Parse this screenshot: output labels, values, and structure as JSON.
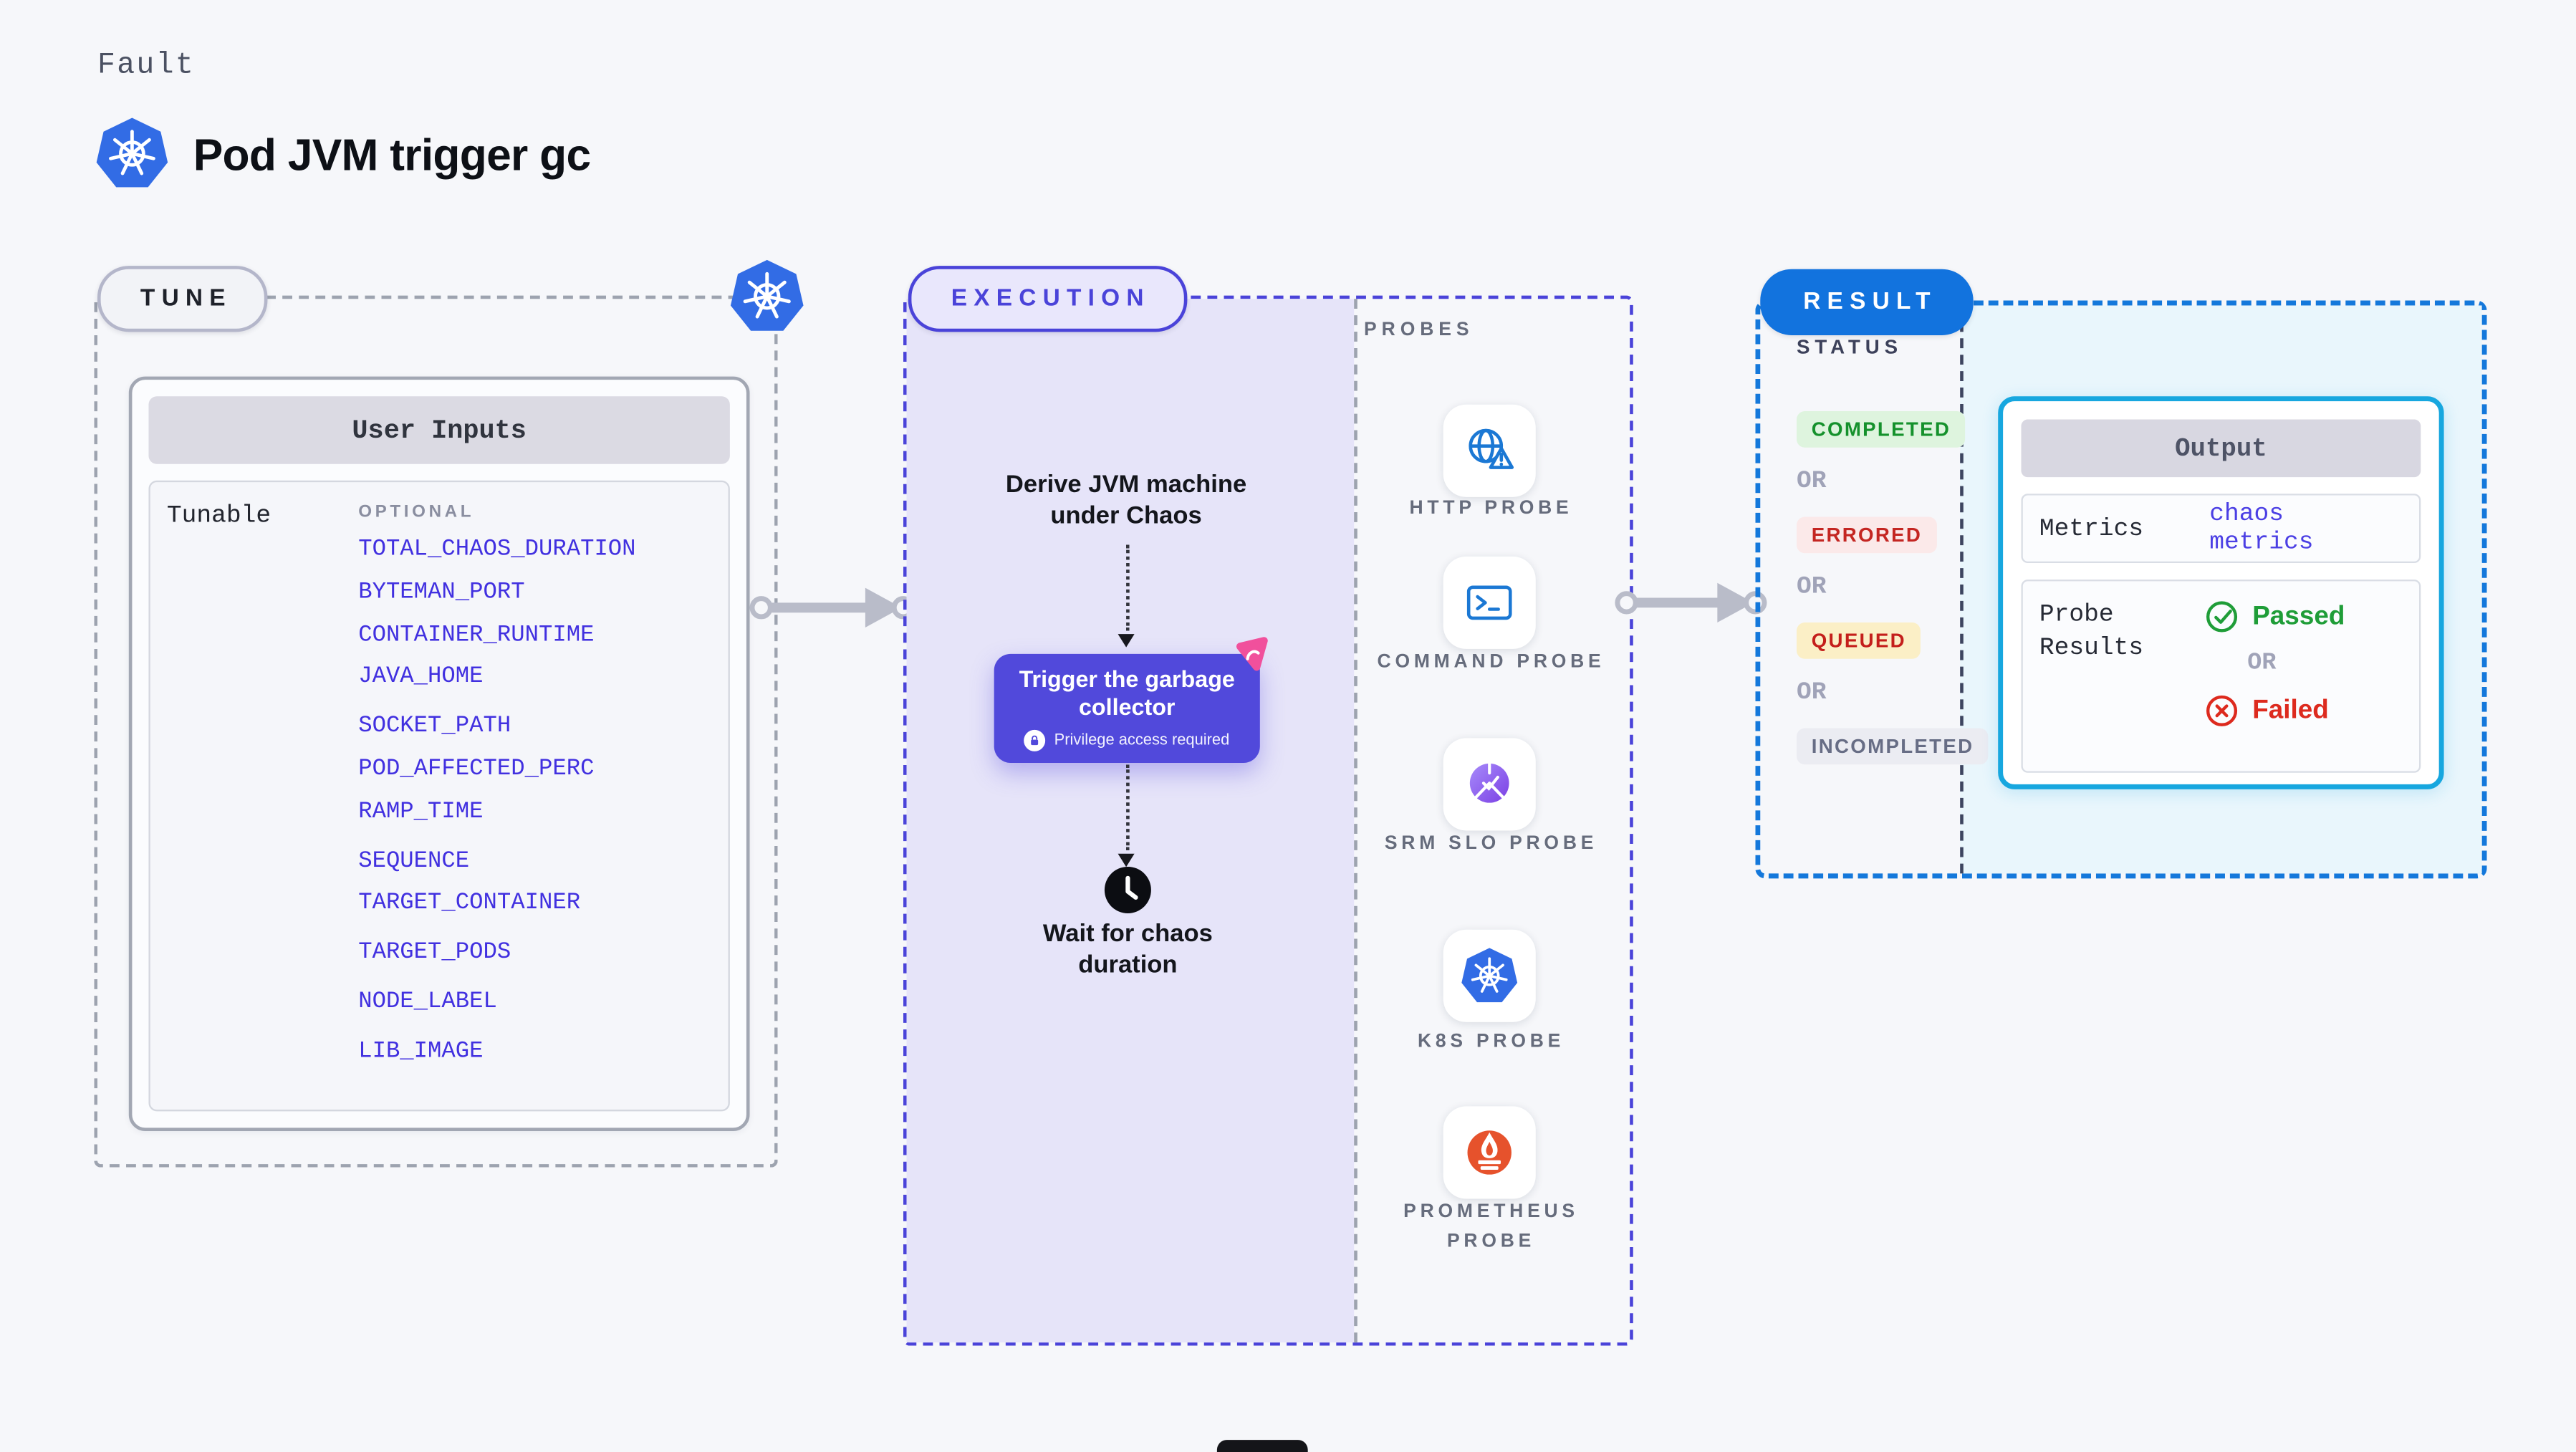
{
  "header": {
    "kicker": "Fault",
    "title": "Pod JVM trigger gc"
  },
  "tune": {
    "badge": "TUNE",
    "user_inputs": {
      "header": "User Inputs",
      "row_label": "Tunable",
      "column_label": "OPTIONAL",
      "params": [
        "TOTAL_CHAOS_DURATION",
        "BYTEMAN_PORT",
        "CONTAINER_RUNTIME",
        "JAVA_HOME",
        "SOCKET_PATH",
        "POD_AFFECTED_PERC",
        "RAMP_TIME",
        "SEQUENCE",
        "TARGET_CONTAINER",
        "TARGET_PODS",
        "NODE_LABEL",
        "LIB_IMAGE"
      ]
    }
  },
  "execution": {
    "badge": "EXECUTION",
    "derive_label": "Derive JVM machine under Chaos",
    "trigger": {
      "title": "Trigger the garbage collector",
      "note": "Privilege access required"
    },
    "wait_label": "Wait for chaos duration",
    "probes": {
      "label": "PROBES",
      "items": [
        {
          "name": "HTTP PROBE",
          "icon": "globe-alert-icon"
        },
        {
          "name": "COMMAND PROBE",
          "icon": "terminal-icon"
        },
        {
          "name": "SRM SLO PROBE",
          "icon": "slo-donut-check-icon"
        },
        {
          "name": "K8S PROBE",
          "icon": "kubernetes-icon"
        },
        {
          "name": "PROMETHEUS PROBE",
          "icon": "prometheus-flame-icon"
        }
      ]
    }
  },
  "result": {
    "badge": "RESULT",
    "status": {
      "label": "STATUS",
      "separator": "OR",
      "items": [
        {
          "label": "COMPLETED",
          "text": "#15912C",
          "bg": "#DEF4DE"
        },
        {
          "label": "ERRORED",
          "text": "#C42622",
          "bg": "#FBE9E9"
        },
        {
          "label": "QUEUED",
          "text": "#C41F1B",
          "bg": "#FBEFC6"
        },
        {
          "label": "INCOMPLETED",
          "text": "#676D85",
          "bg": "#EBECF2"
        }
      ]
    },
    "output": {
      "header": "Output",
      "metrics_label": "Metrics",
      "metrics_value": "chaos metrics",
      "probe_results_label": "Probe Results",
      "passed_label": "Passed",
      "separator": "OR",
      "failed_label": "Failed"
    }
  },
  "colors": {
    "page_bg": "#F6F7FA",
    "accent_indigo": "#4A43D9",
    "node_indigo": "#5149DB",
    "lavender_panel": "#E6E4F9",
    "kubernetes_blue": "#326CE5",
    "result_blue": "#1273DE",
    "output_cyan": "#17A7DF",
    "cyan_panel": "#E9F6FC",
    "probe_icon_blue": "#1B78D4",
    "prometheus_orange": "#E6522C",
    "litmus_pink": "#F1509C",
    "passed_green": "#1F9D38",
    "failed_red": "#DD2A1E",
    "param_link_blue": "#4130E0",
    "arrow_gray": "#B9BCC9"
  }
}
